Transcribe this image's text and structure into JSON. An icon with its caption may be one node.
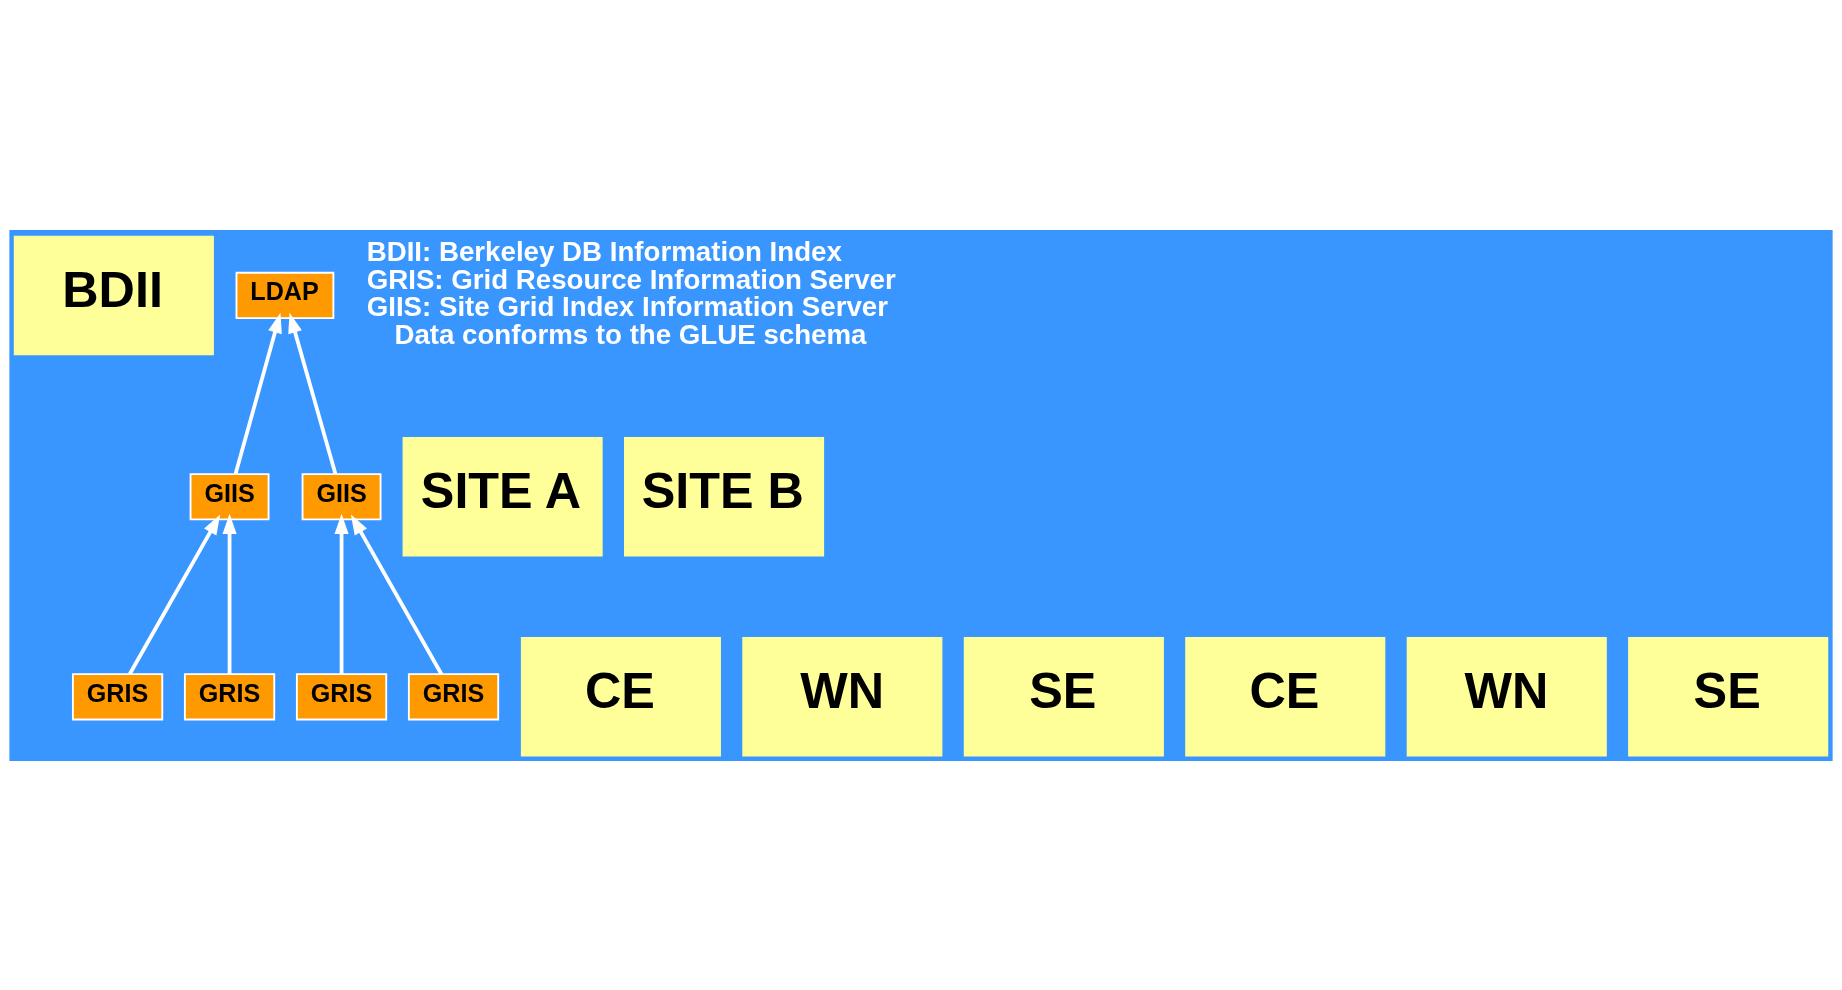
{
  "diagram": {
    "nodes": [
      {
        "text": [
          "BDII"
        ]
      },
      {
        "text": [
          "LDAP"
        ]
      },
      {
        "text": [
          "GIIS"
        ]
      },
      {
        "text": [
          "SITE A"
        ]
      },
      {
        "text": [
          "GRIS"
        ]
      },
      {
        "text": [
          "CE"
        ]
      },
      {
        "text": [
          "GRIS"
        ]
      },
      {
        "text": [
          "WN"
        ]
      },
      {
        "text": [
          "SE"
        ]
      },
      {
        "text": [
          "GIIS"
        ]
      },
      {
        "text": [
          "SITE B"
        ]
      },
      {
        "text": [
          "GRIS"
        ]
      },
      {
        "text": [
          "CE"
        ]
      },
      {
        "text": [
          "GRIS"
        ]
      },
      {
        "text": [
          "WN"
        ]
      },
      {
        "text": [
          "SE"
        ]
      }
    ],
    "edges": [
      {
        "from": 2,
        "to": 1,
        "arrow": "to"
      },
      {
        "from": 9,
        "to": 1,
        "arrow": "to"
      },
      {
        "from": 4,
        "to": 2,
        "arrow": "to"
      },
      {
        "from": 6,
        "to": 2,
        "arrow": "to"
      },
      {
        "from": 11,
        "to": 9,
        "arrow": "to"
      },
      {
        "from": 13,
        "to": 9,
        "arrow": "to"
      }
    ],
    "labels": [
      "BDII: Berkeley DB Information Index",
      "GRIS: Grid Resource Information Server",
      "GIIS: Site Grid Index Information Server",
      "Data conforms to the GLUE schema"
    ]
  }
}
